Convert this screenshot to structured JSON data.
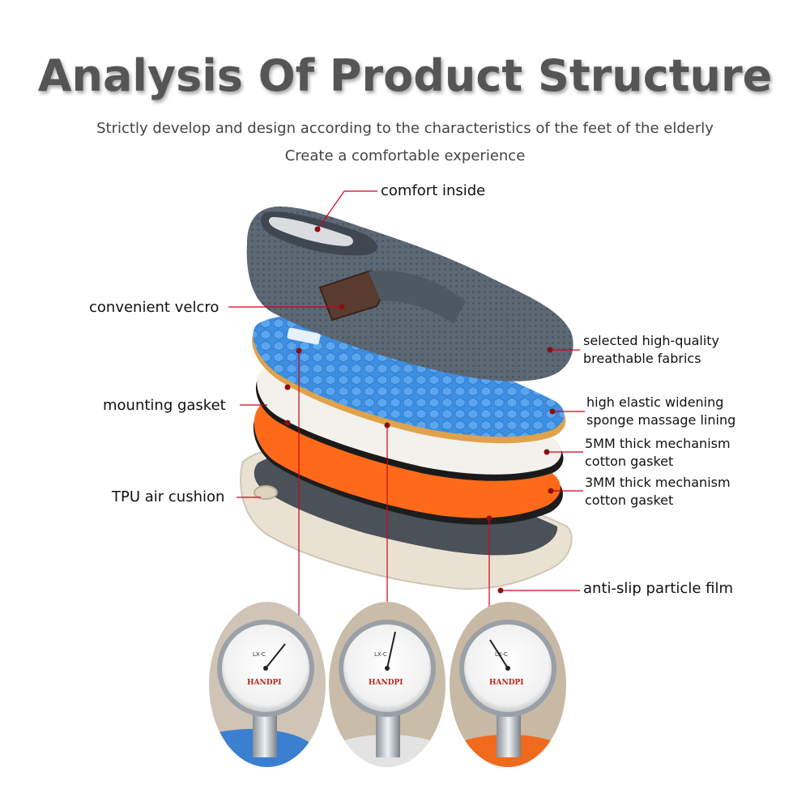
{
  "header": {
    "title": "Analysis Of Product Structure",
    "subtitle_line1": "Strictly develop and design according to the characteristics of the feet of the elderly",
    "subtitle_line2": "Create a comfortable experience"
  },
  "labels": {
    "comfort_inside": "comfort inside",
    "convenient_velcro": "convenient velcro",
    "fabrics_line1": "selected high-quality",
    "fabrics_line2": "breathable fabrics",
    "mounting_gasket": "mounting gasket",
    "sponge_line1": "high elastic widening",
    "sponge_line2": "sponge massage lining",
    "gasket5_line1": "5MM thick mechanism",
    "gasket5_line2": "cotton gasket",
    "gasket3_line1": "3MM thick mechanism",
    "gasket3_line2": "cotton gasket",
    "tpu_air_cushion": "TPU air cushion",
    "anti_slip": "anti-slip particle film"
  },
  "gauges": [
    {
      "model": "LX-C",
      "brand": "HANDPI",
      "base_color": "#3a7fd0"
    },
    {
      "model": "LX-C",
      "brand": "HANDPI",
      "base_color": "#e8e8e8"
    },
    {
      "model": "LX-C",
      "brand": "HANDPI",
      "base_color": "#f06a1e"
    }
  ],
  "colors": {
    "accent_line": "#d0021b",
    "shoe_grey": "#5f6b78",
    "insole_blue": "#3b8fe0",
    "gasket_orange": "#ff6a1a",
    "sole_cream": "#ece5d6"
  }
}
